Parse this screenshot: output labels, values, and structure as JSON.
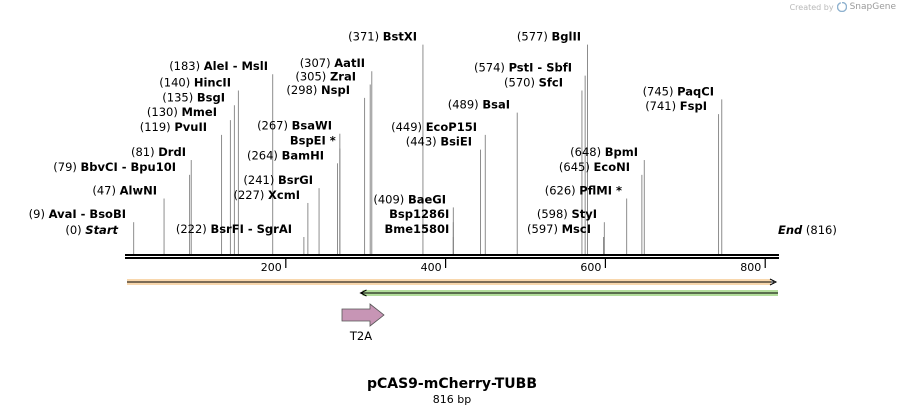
{
  "watermark": {
    "prefix": "Created by",
    "brand": "SnapGene"
  },
  "sequence": {
    "name": "pCAS9-mCherry-TUBB",
    "length_label": "816 bp",
    "length": 816
  },
  "ruler": {
    "ticks": [
      {
        "pos": 200,
        "label": "200"
      },
      {
        "pos": 400,
        "label": "400"
      },
      {
        "pos": 600,
        "label": "600"
      },
      {
        "pos": 800,
        "label": "800"
      }
    ],
    "start_label": "Start",
    "start_pos": "(0)",
    "end_label": "End",
    "end_pos": "(816)"
  },
  "sites": [
    {
      "pos": 9,
      "pos_label": "(9)",
      "names": "AvaI  -  BsoBI",
      "row": 1,
      "side": "left"
    },
    {
      "pos": 47,
      "pos_label": "(47)",
      "names": "AlwNI",
      "row": 3,
      "side": "left"
    },
    {
      "pos": 79,
      "pos_label": "(79)",
      "names": "BbvCI  -  Bpu10I",
      "row": 4,
      "side": "left"
    },
    {
      "pos": 81,
      "pos_label": "(81)",
      "names": "DrdI",
      "row": 5,
      "side": "left"
    },
    {
      "pos": 119,
      "pos_label": "(119)",
      "names": "PvuII",
      "row": 6,
      "side": "left"
    },
    {
      "pos": 130,
      "pos_label": "(130)",
      "names": "MmeI",
      "row": 7,
      "side": "left"
    },
    {
      "pos": 135,
      "pos_label": "(135)",
      "names": "BsgI",
      "row": 8,
      "side": "left"
    },
    {
      "pos": 140,
      "pos_label": "(140)",
      "names": "HincII",
      "row": 9,
      "side": "left"
    },
    {
      "pos": 183,
      "pos_label": "(183)",
      "names": "AleI  -  MslI",
      "row": 10,
      "side": "left"
    },
    {
      "pos": 222,
      "pos_label": "(222)",
      "names": "BsrFI  -  SgrAI",
      "row": 0,
      "side": "left"
    },
    {
      "pos": 227,
      "pos_label": "(227)",
      "names": "XcmI",
      "row": 2,
      "side": "left"
    },
    {
      "pos": 241,
      "pos_label": "(241)",
      "names": "BsrGI",
      "row": 3,
      "side": "left"
    },
    {
      "pos": 264,
      "pos_label": "(264)",
      "names": "BamHI",
      "row": 5,
      "side": "left"
    },
    {
      "pos": 267,
      "pos_label": "(267)",
      "names": "BsaWI",
      "row": 6,
      "side": "left"
    },
    {
      "pos": 267,
      "pos_label": "",
      "names": "BspEI *",
      "row": 6,
      "side": "left"
    },
    {
      "pos": 298,
      "pos_label": "(298)",
      "names": "NspI",
      "row": 8,
      "side": "left"
    },
    {
      "pos": 305,
      "pos_label": "(305)",
      "names": "ZraI",
      "row": 9,
      "side": "left"
    },
    {
      "pos": 307,
      "pos_label": "(307)",
      "names": "AatII",
      "row": 10,
      "side": "left"
    },
    {
      "pos": 371,
      "pos_label": "(371)",
      "names": "BstXI",
      "row": 11,
      "side": "left"
    },
    {
      "pos": 409,
      "pos_label": "(409)",
      "names": "BaeGI",
      "row": 2,
      "side": "left"
    },
    {
      "pos": 409,
      "pos_label": "",
      "names": "Bsp1286I",
      "row": 1,
      "side": "left"
    },
    {
      "pos": 409,
      "pos_label": "",
      "names": "Bme1580I",
      "row": 0,
      "side": "left"
    },
    {
      "pos": 443,
      "pos_label": "(443)",
      "names": "BsiEI",
      "row": 5,
      "side": "left"
    },
    {
      "pos": 449,
      "pos_label": "(449)",
      "names": "EcoP15I",
      "row": 6,
      "side": "left"
    },
    {
      "pos": 489,
      "pos_label": "(489)",
      "names": "BsaI",
      "row": 8,
      "side": "left"
    },
    {
      "pos": 570,
      "pos_label": "(570)",
      "names": "SfcI",
      "row": 9,
      "side": "left"
    },
    {
      "pos": 574,
      "pos_label": "(574)",
      "names": "PstI  -  SbfI",
      "row": 10,
      "side": "left"
    },
    {
      "pos": 577,
      "pos_label": "(577)",
      "names": "BglII",
      "row": 11,
      "side": "left"
    },
    {
      "pos": 597,
      "pos_label": "(597)",
      "names": "MscI",
      "row": 0,
      "side": "left"
    },
    {
      "pos": 598,
      "pos_label": "(598)",
      "names": "StyI",
      "row": 1,
      "side": "left"
    },
    {
      "pos": 626,
      "pos_label": "(626)",
      "names": "PflMI *",
      "row": 2,
      "side": "left"
    },
    {
      "pos": 645,
      "pos_label": "(645)",
      "names": "EcoNI",
      "row": 4,
      "side": "left"
    },
    {
      "pos": 648,
      "pos_label": "(648)",
      "names": "BpmI",
      "row": 5,
      "side": "left"
    },
    {
      "pos": 741,
      "pos_label": "(741)",
      "names": "FspI",
      "row": 7,
      "side": "left"
    },
    {
      "pos": 745,
      "pos_label": "(745)",
      "names": "PaqCI",
      "row": 8,
      "side": "left"
    }
  ],
  "features": [
    {
      "name": "",
      "type": "primer-forward",
      "start": 0,
      "end": 816,
      "color": "#f0a64a"
    },
    {
      "name": "",
      "type": "primer-reverse",
      "start": 291,
      "end": 816,
      "color": "#74c24a"
    },
    {
      "name": "T2A",
      "type": "feature",
      "start": 270,
      "end": 322,
      "color": "#c795b5"
    }
  ],
  "colors": {
    "backbone": "#000000",
    "site_line": "#808080",
    "forward": "#f0a64a",
    "reverse": "#74c24a",
    "t2a": "#c795b5"
  }
}
